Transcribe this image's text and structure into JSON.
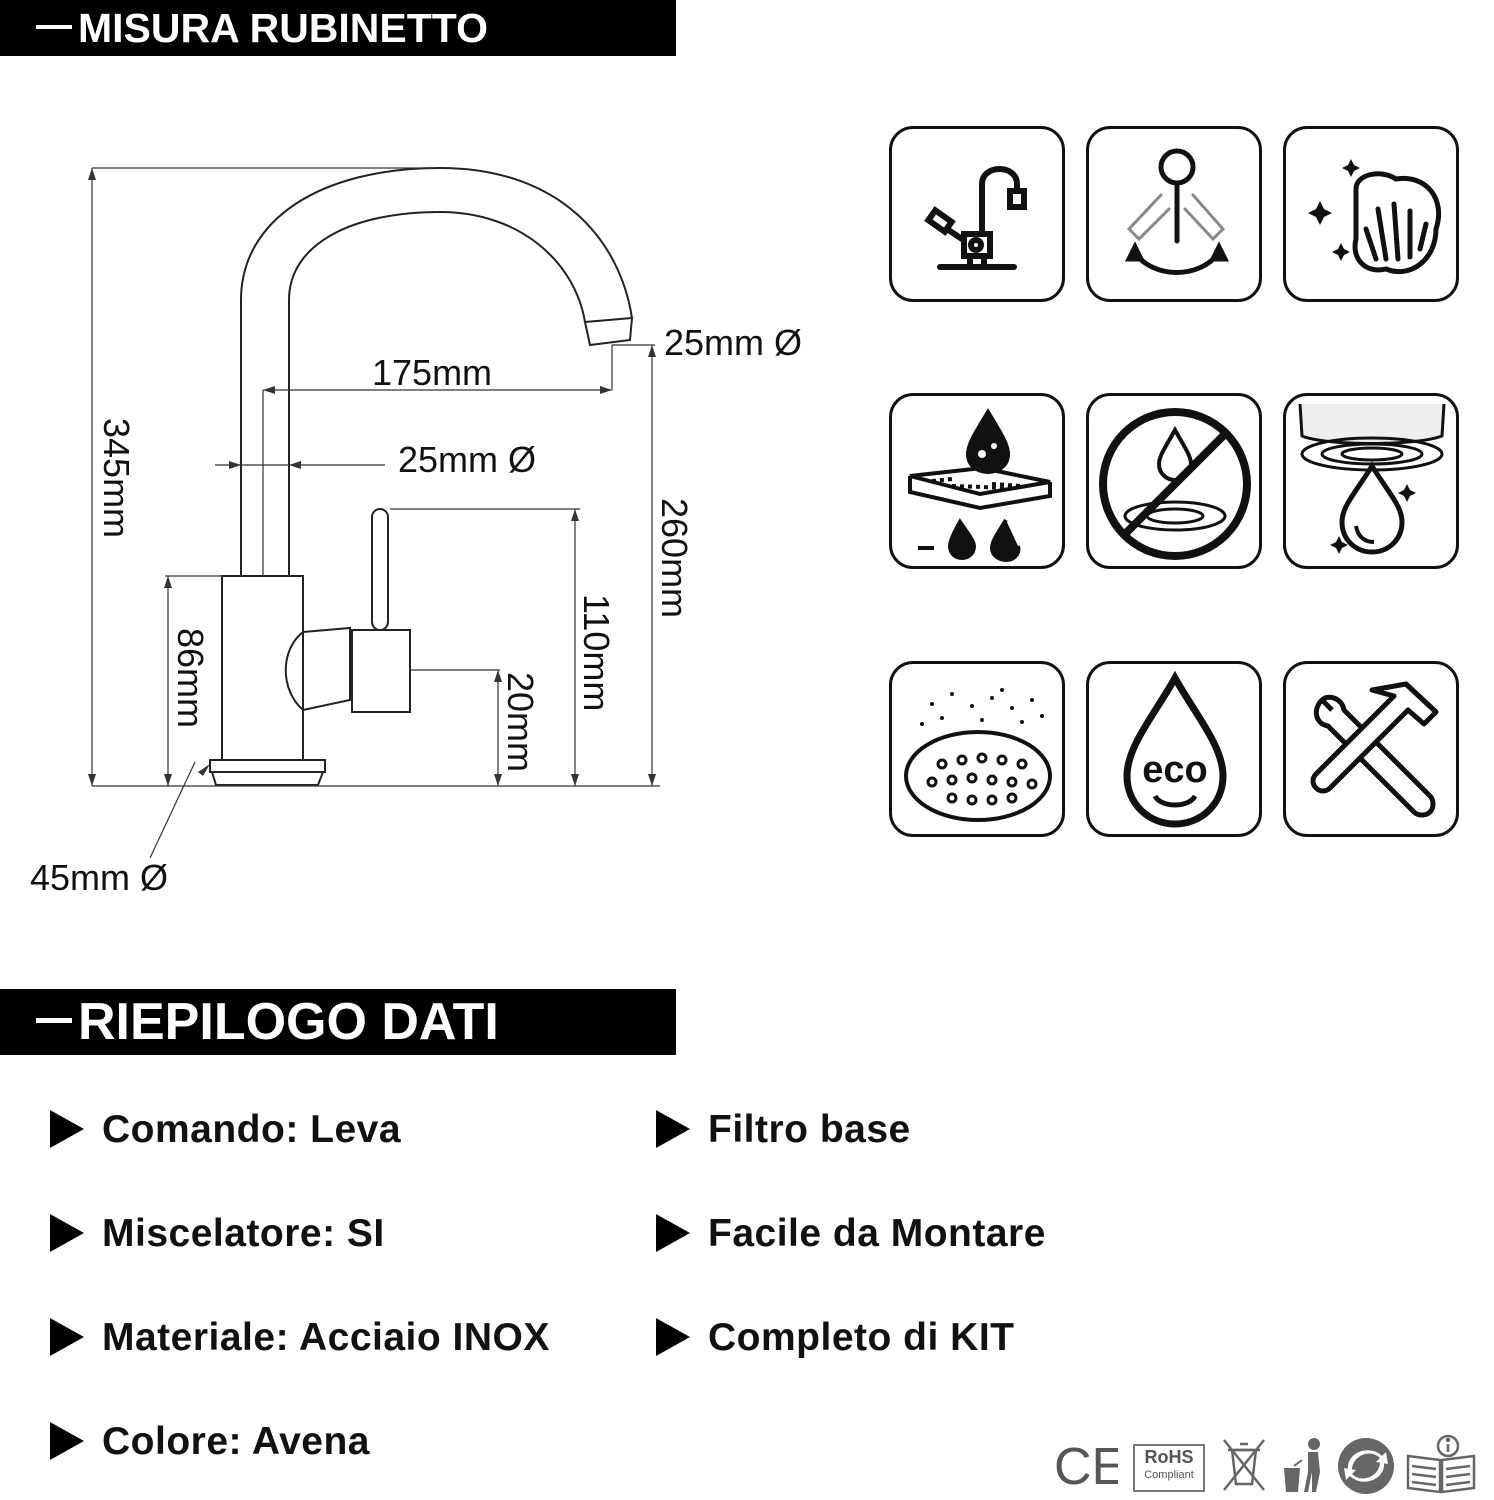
{
  "section_dimensions": {
    "title": "MISURA RUBINETTO",
    "labels": {
      "spout_diameter": "25mm Ø",
      "reach": "175mm",
      "body_diameter": "25mm Ø",
      "total_height": "345mm",
      "spout_height": "260mm",
      "lever_height": "110mm",
      "body_height": "86mm",
      "outlet_height": "20mm",
      "base_diameter": "45mm Ø"
    }
  },
  "feature_icons": [
    {
      "icon": "faucet-install-icon"
    },
    {
      "icon": "lever-rotation-icon"
    },
    {
      "icon": "easy-clean-hand-icon"
    },
    {
      "icon": "water-resistant-surface-icon"
    },
    {
      "icon": "no-drip-icon"
    },
    {
      "icon": "aerator-clean-water-icon"
    },
    {
      "icon": "filter-icon"
    },
    {
      "icon": "eco-water-drop-icon"
    },
    {
      "icon": "tools-icon"
    }
  ],
  "section_summary": {
    "title": "RIEPILOGO DATI",
    "left_items": [
      "Comando: Leva",
      "Miscelatore: SI",
      "Materiale: Acciaio INOX",
      "Colore: Avena"
    ],
    "right_items": [
      "Filtro base",
      "Facile da Montare",
      "Completo di KIT"
    ]
  },
  "certifications": {
    "ce": "CE",
    "rohs": "RoHS",
    "rohs_sub": "Compliant"
  }
}
